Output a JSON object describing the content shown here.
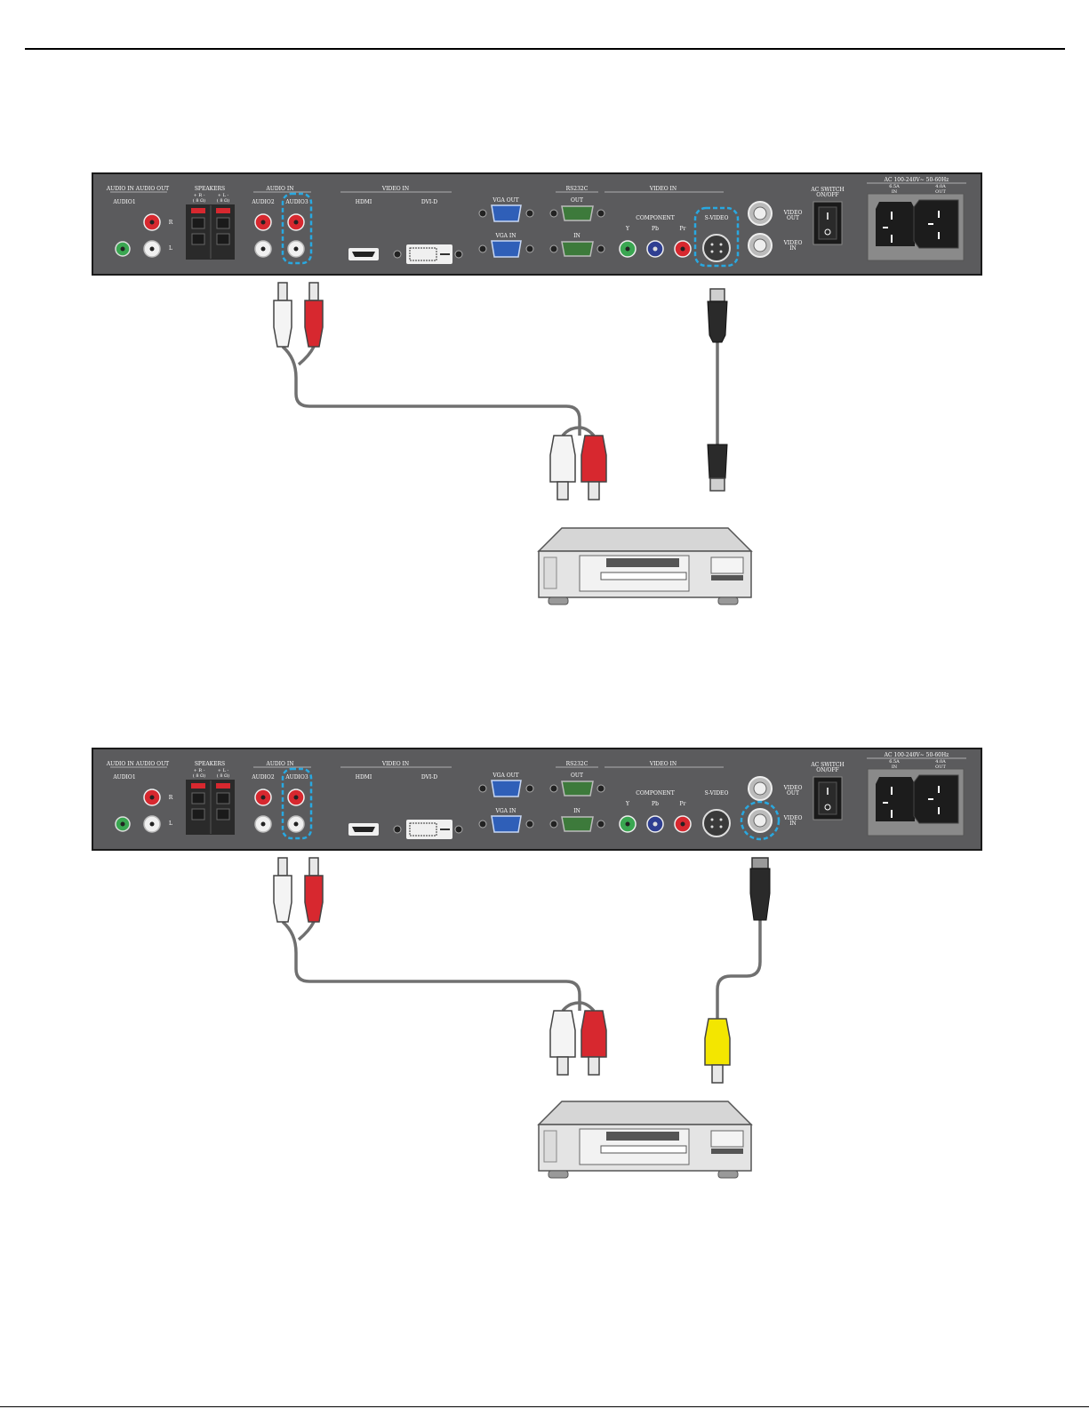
{
  "panel": {
    "section_audio": "AUDIO IN  AUDIO OUT",
    "audio1": "AUDIO1",
    "speakers": "SPEAKERS",
    "speaker_r": "+ R -",
    "speaker_r_ohm": "( 8 Ω)",
    "speaker_l": "+ L -",
    "speaker_l_ohm": "( 8 Ω)",
    "audio_in": "AUDIO IN",
    "audio2": "AUDIO2",
    "audio3": "AUDIO3",
    "label_r": "R",
    "label_l": "L",
    "video_in": "VIDEO IN",
    "hdmi": "HDMI",
    "dvid": "DVI-D",
    "vga_out": "VGA OUT",
    "vga_in": "VGA IN",
    "rs232c": "RS232C",
    "rs_out": "OUT",
    "rs_in": "IN",
    "video_in_2": "VIDEO IN",
    "component": "COMPONENT",
    "y": "Y",
    "pb": "Pb",
    "pr": "Pr",
    "svideo": "S-VIDEO",
    "video_out_a": "VIDEO",
    "video_out_b": "OUT",
    "video_in_a": "VIDEO",
    "video_in_b": "IN",
    "ac_switch_a": "AC SWITCH",
    "ac_switch_b": "ON/OFF",
    "ac_rating": "AC 100-240V~ 50-60Hz",
    "ac_in_amp": "6.5A",
    "ac_in": "IN",
    "ac_out_amp": "4.0A",
    "ac_out": "OUT"
  },
  "colors": {
    "panel": "#5b5b5d",
    "highlight": "#29a8e0",
    "red": "#d7282f",
    "white": "#f0f0f0",
    "green": "#3aa651",
    "blue": "#2f3f92",
    "yellow": "#f3e600",
    "cable": "#707070"
  },
  "diagrams": [
    {
      "highlight": "svideo",
      "video_cable": "s-video"
    },
    {
      "highlight": "composite",
      "video_cable": "composite"
    }
  ]
}
